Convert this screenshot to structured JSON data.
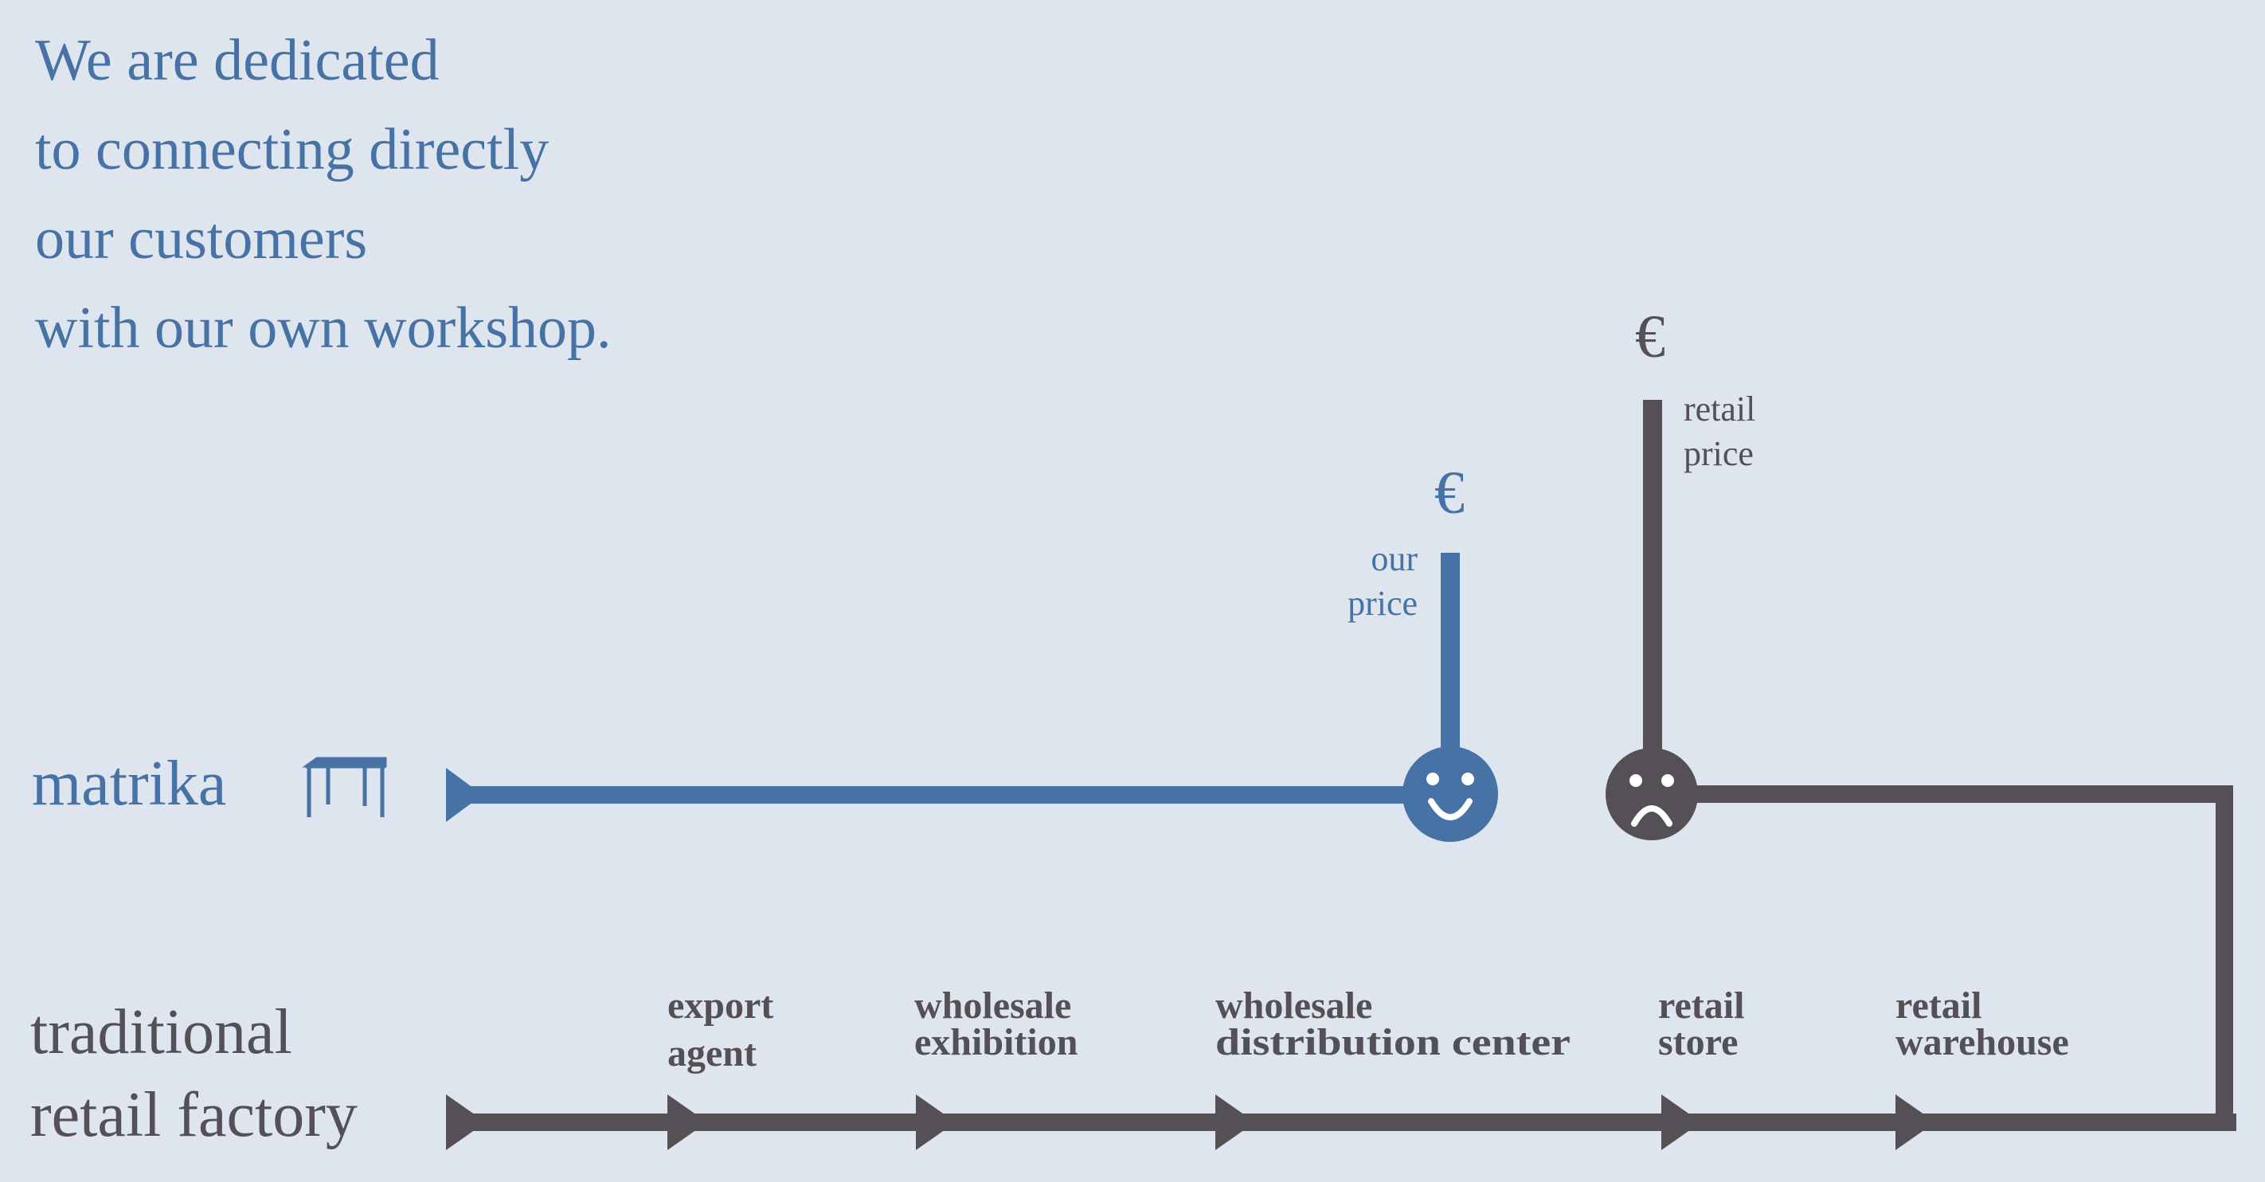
{
  "colors": {
    "background": "#dfe5ee",
    "blue": "#4672a5",
    "dark": "#555056",
    "face_feature": "#ffffff"
  },
  "headline": {
    "lines": [
      "We are dedicated",
      "to connecting directly",
      "our customers",
      "with our own workshop."
    ]
  },
  "matrika": {
    "name": "matrika",
    "icon": "table-icon",
    "price_symbol": "€",
    "price_label_lines": [
      "our",
      "price"
    ],
    "face_icon": "smiley-face-icon"
  },
  "traditional": {
    "name_lines": [
      "traditional",
      "retail factory"
    ],
    "price_symbol": "€",
    "price_label_lines": [
      "retail",
      "price"
    ],
    "face_icon": "sad-face-icon",
    "stages": [
      {
        "lines": [
          "export",
          "agent"
        ]
      },
      {
        "lines": [
          "wholesale",
          "exhibition"
        ]
      },
      {
        "lines": [
          "wholesale",
          "distribution center"
        ]
      },
      {
        "lines": [
          "retail",
          "store"
        ]
      },
      {
        "lines": [
          "retail",
          "warehouse"
        ]
      }
    ]
  }
}
